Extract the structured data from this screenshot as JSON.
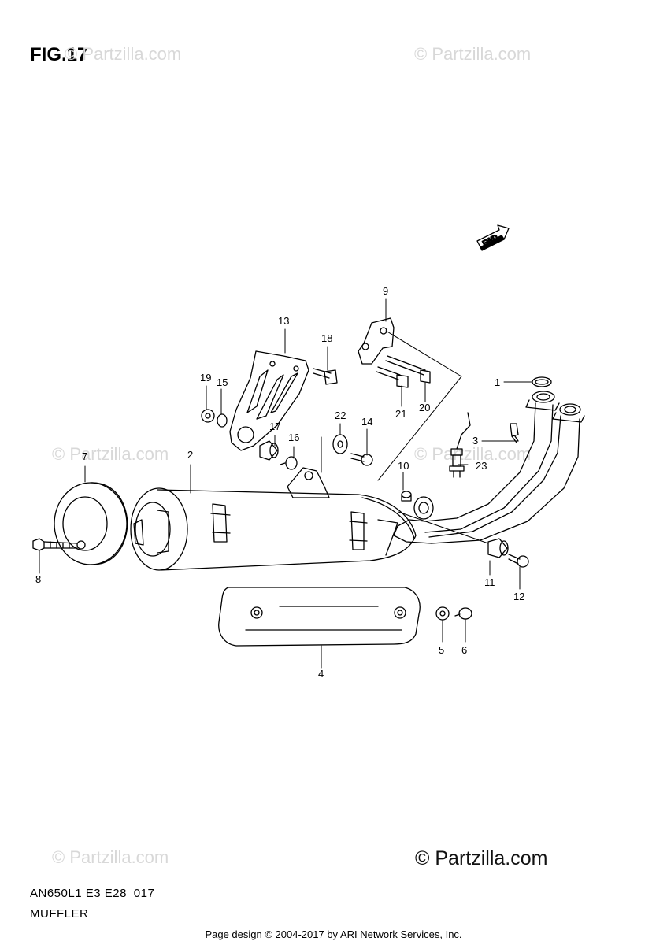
{
  "figure": {
    "title": "FIG.17"
  },
  "watermarks": {
    "small": "© Partzilla.com",
    "main": "© Partzilla.com"
  },
  "model_code": "AN650L1 E3 E28_017",
  "assembly_name": "MUFFLER",
  "footer": "Page design © 2004-2017 by ARI Network Services, Inc.",
  "fwd_badge": "FWD",
  "callouts": [
    {
      "n": "1"
    },
    {
      "n": "2"
    },
    {
      "n": "3"
    },
    {
      "n": "4"
    },
    {
      "n": "5"
    },
    {
      "n": "6"
    },
    {
      "n": "7"
    },
    {
      "n": "8"
    },
    {
      "n": "9"
    },
    {
      "n": "10"
    },
    {
      "n": "11"
    },
    {
      "n": "12"
    },
    {
      "n": "13"
    },
    {
      "n": "14"
    },
    {
      "n": "15"
    },
    {
      "n": "16"
    },
    {
      "n": "17"
    },
    {
      "n": "18"
    },
    {
      "n": "19"
    },
    {
      "n": "20"
    },
    {
      "n": "21"
    },
    {
      "n": "22"
    },
    {
      "n": "23"
    }
  ]
}
